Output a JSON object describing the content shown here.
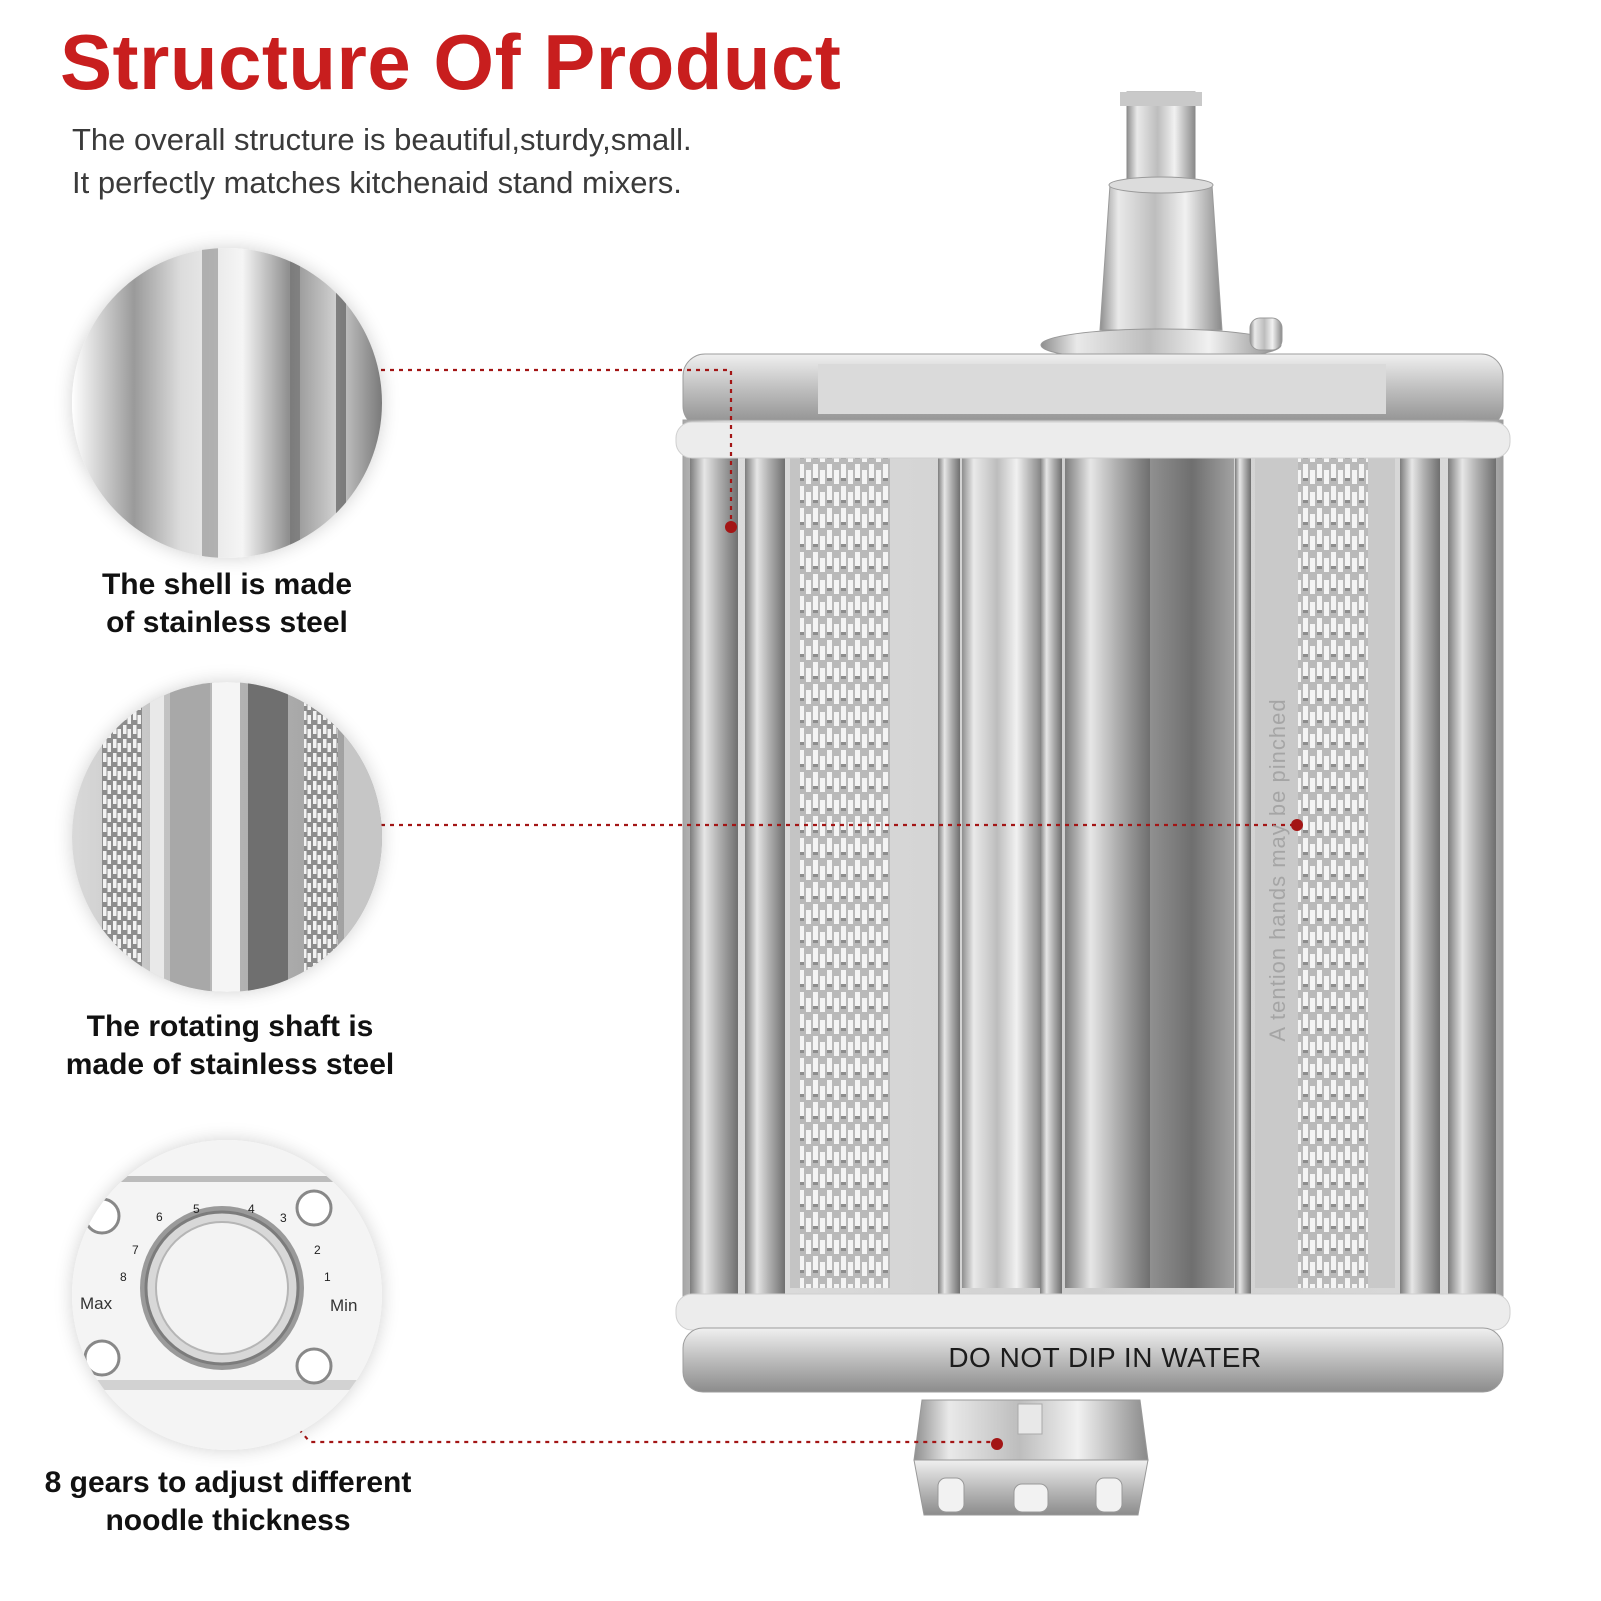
{
  "heading": {
    "title": "Structure Of Product",
    "subtitle_line1": "The overall structure is beautiful,sturdy,small.",
    "subtitle_line2": "It perfectly matches kitchenaid stand mixers."
  },
  "callouts": [
    {
      "line1": "The shell is made",
      "line2": "of stainless steel"
    },
    {
      "line1": "The rotating shaft is",
      "line2": "made of stainless steel"
    },
    {
      "line1": "8 gears to adjust different",
      "line2": "noodle thickness"
    }
  ],
  "dial": {
    "numbers": [
      "1",
      "2",
      "3",
      "4",
      "5",
      "6",
      "7",
      "8"
    ],
    "max_label": "Max",
    "min_label": "Min"
  },
  "product": {
    "warning_text": "DO NOT DIP IN WATER",
    "roller_text": "A tention hands may be pinched"
  },
  "colors": {
    "accent": "#c81e1e",
    "leader": "#a31515"
  }
}
